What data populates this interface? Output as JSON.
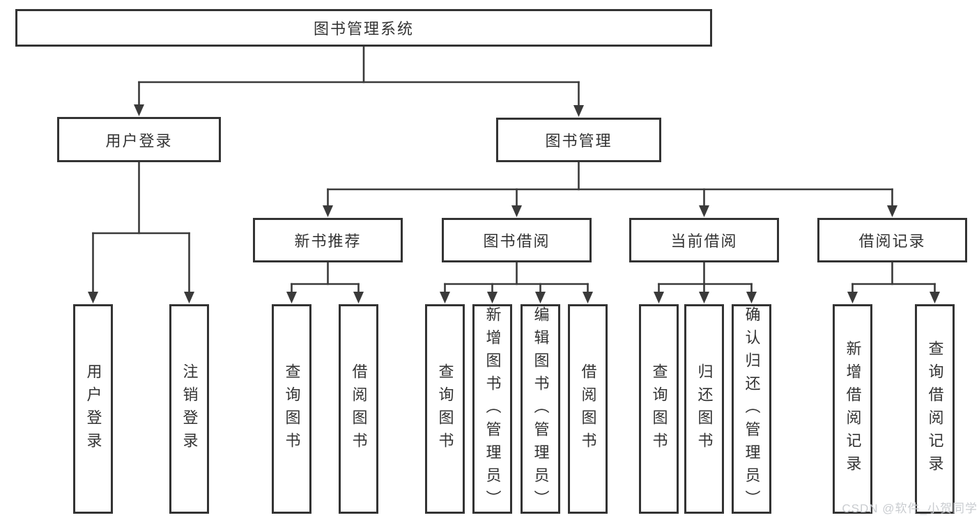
{
  "tree": {
    "root": {
      "label": "图书管理系统"
    },
    "branches": [
      {
        "label": "用户登录",
        "children": [
          "用户登录",
          "注销登录"
        ]
      },
      {
        "label": "图书管理",
        "groups": [
          {
            "label": "新书推荐",
            "children": [
              "查询图书",
              "借阅图书"
            ]
          },
          {
            "label": "图书借阅",
            "children": [
              "查询图书",
              "新增图书（管理员）",
              "编辑图书（管理员）",
              "借阅图书"
            ]
          },
          {
            "label": "当前借阅",
            "children": [
              "查询图书",
              "归还图书",
              "确认归还（管理员）"
            ]
          },
          {
            "label": "借阅记录",
            "children": [
              "新增借阅记录",
              "查询借阅记录"
            ]
          }
        ]
      }
    ]
  },
  "watermark": {
    "text": "CSDN @软件_小贺同学"
  },
  "colors": {
    "line": "#3a3a3a",
    "box_border": "#333333",
    "text": "#333333",
    "background": "#ffffff",
    "watermark": "#c9ccd0"
  }
}
